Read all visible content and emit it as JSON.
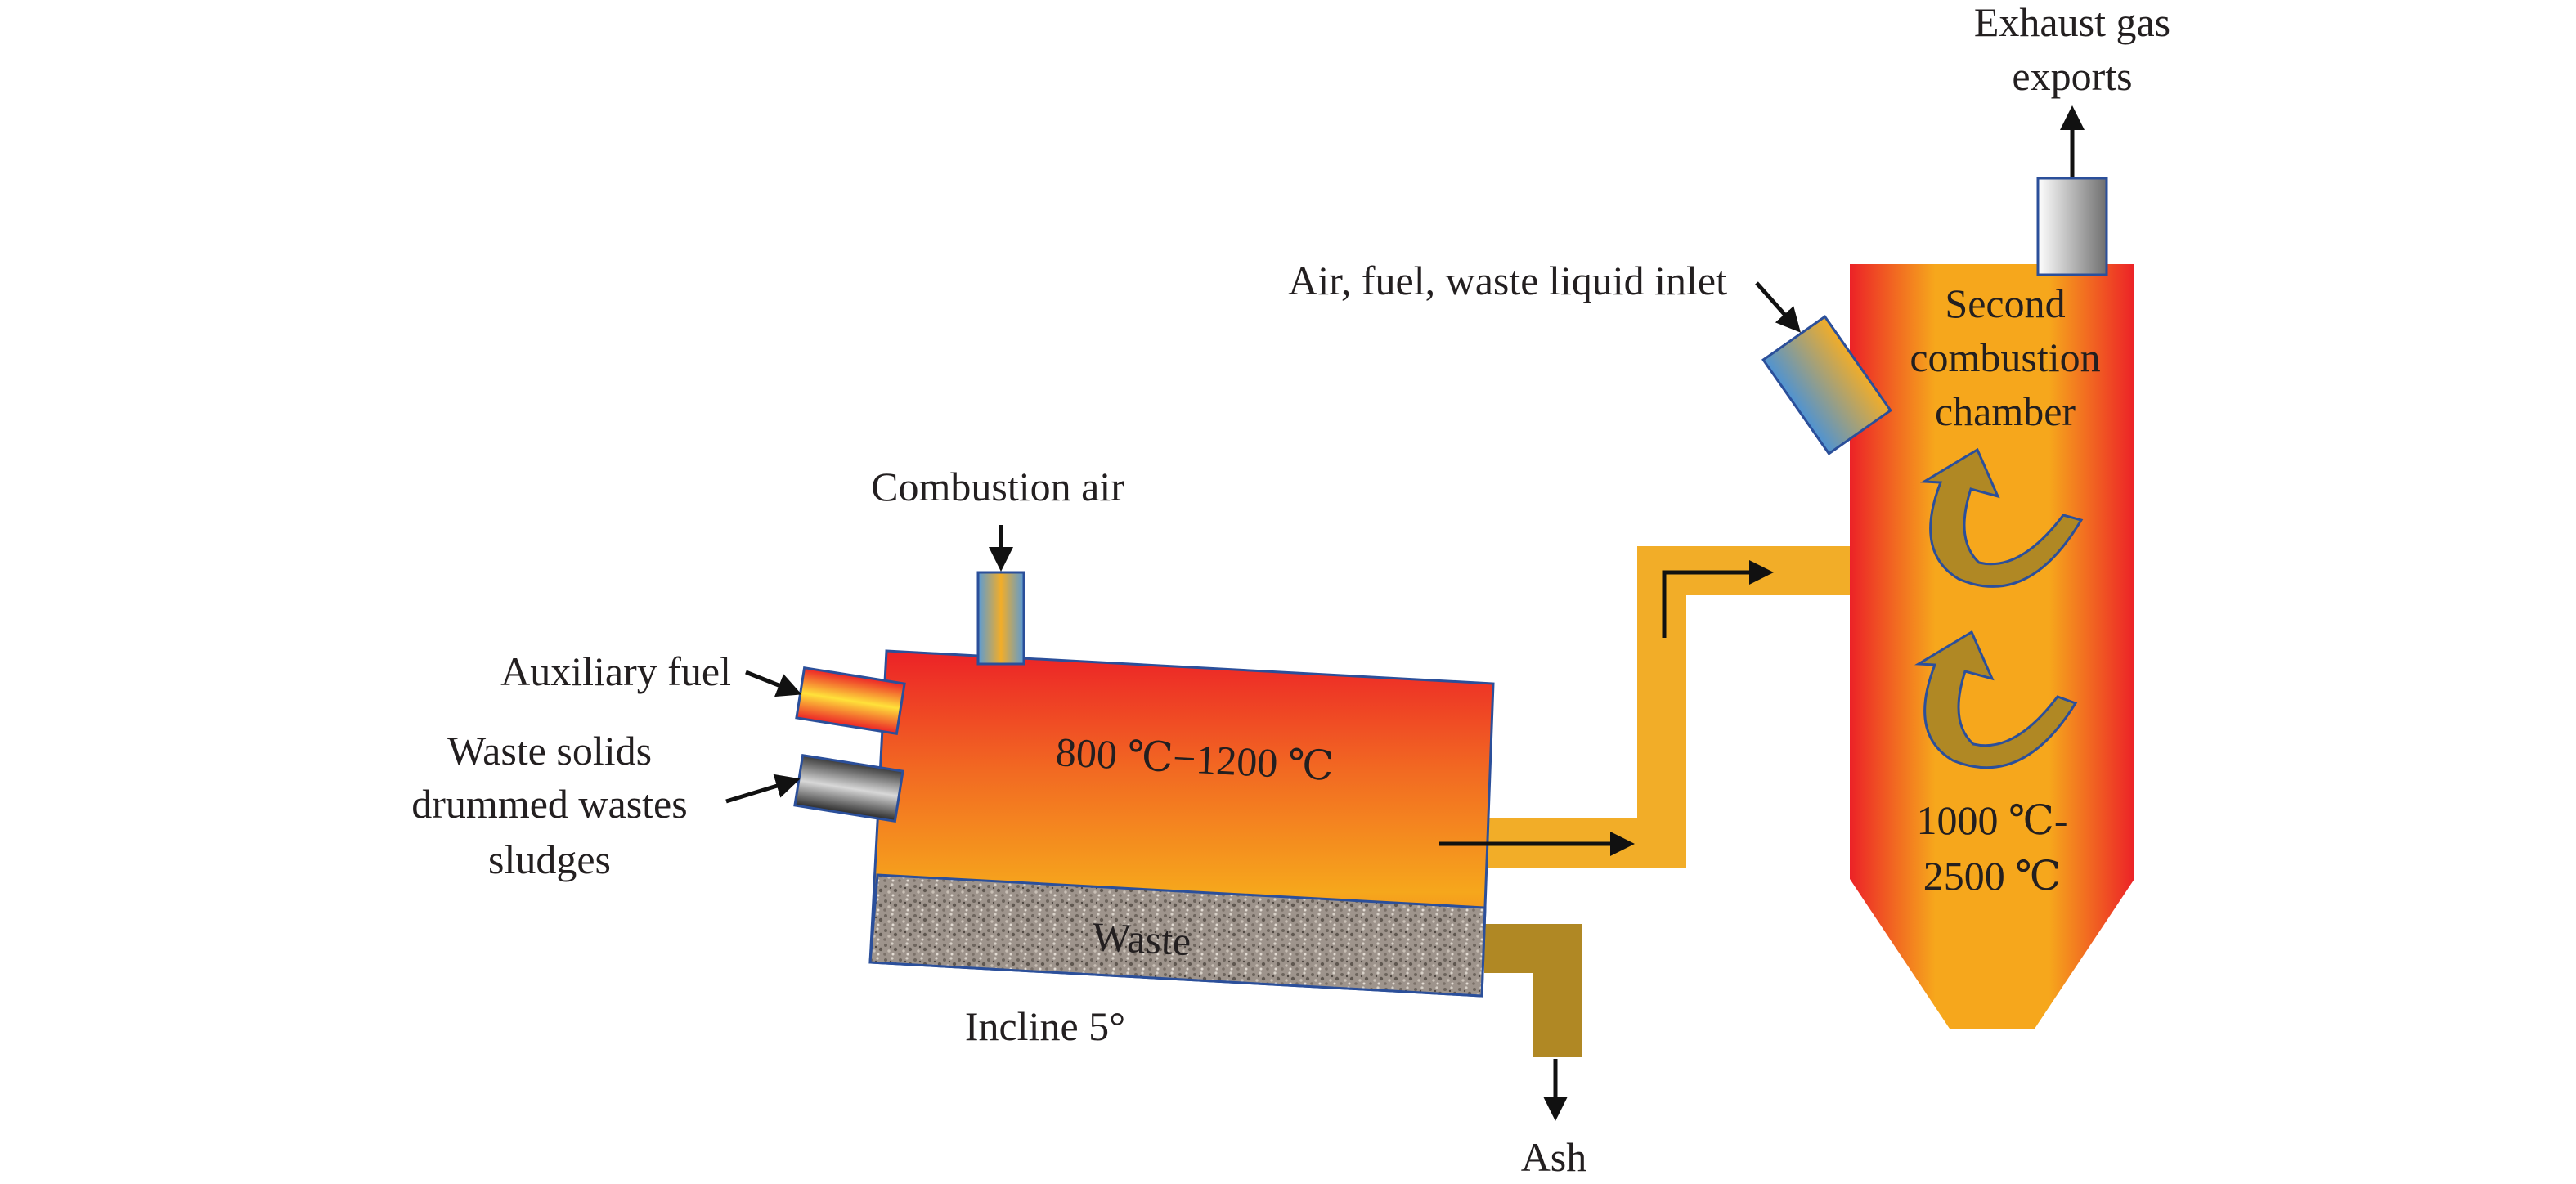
{
  "labels": {
    "exhaust_line1": "Exhaust gas",
    "exhaust_line2": "exports",
    "liquid_inlet": "Air, fuel, waste liquid inlet",
    "second_chamber_line1": "Second",
    "second_chamber_line2": "combustion",
    "second_chamber_line3": "chamber",
    "combustion_air": "Combustion air",
    "auxiliary_fuel": "Auxiliary fuel",
    "waste_solids_line1": "Waste solids",
    "waste_solids_line2": "drummed wastes",
    "waste_solids_line3": "sludges",
    "kiln_temperature": "800 ℃−1200 ℃",
    "waste": "Waste",
    "incline": "Incline 5°",
    "secondary_temperature_line1": "1000 ℃-",
    "secondary_temperature_line2": "2500 ℃",
    "ash": "Ash"
  },
  "colors": {
    "flame_red": "#ec2227",
    "flame_orange": "#f6a71c",
    "duct": "#f2ad28",
    "ash_chute": "#b08824",
    "waste_gravel": "#9e948c",
    "outline": "#2b4f9a",
    "arrow": "#111111"
  }
}
